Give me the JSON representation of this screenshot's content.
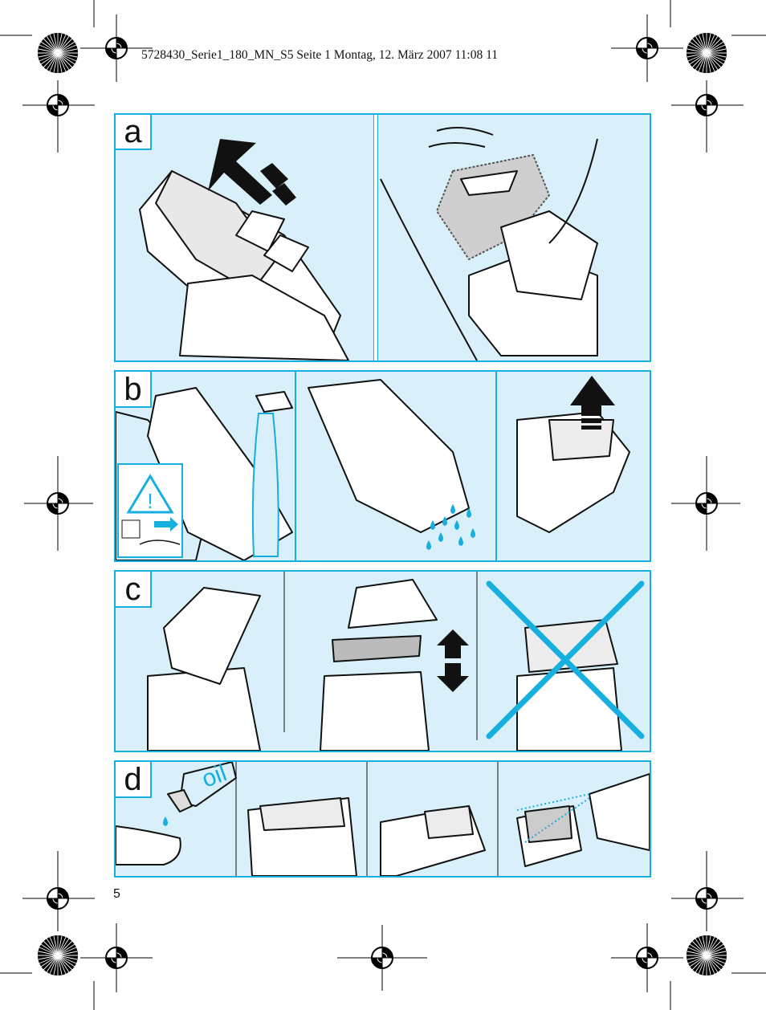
{
  "header": {
    "text": "5728430_Serie1_180_MN_S5  Seite 1  Montag, 12. März 2007  11:08 11"
  },
  "sections": [
    {
      "id": "a",
      "label": "a"
    },
    {
      "id": "b",
      "label": "b"
    },
    {
      "id": "c",
      "label": "c"
    },
    {
      "id": "d",
      "label": "d",
      "oil_text": "oil"
    }
  ],
  "warning": {
    "symbol": "!"
  },
  "page_number": "5",
  "colors": {
    "panel_fill": "#d9f0fa",
    "panel_border": "#17aee0",
    "cross": "#17aee0",
    "water": "#17aee0"
  },
  "icons": [
    "registration-mark-icon",
    "starburst-target-icon",
    "arrow-up-icon",
    "warning-triangle-icon",
    "water-drop-icon",
    "double-arrow-icon",
    "prohibition-cross-icon"
  ]
}
